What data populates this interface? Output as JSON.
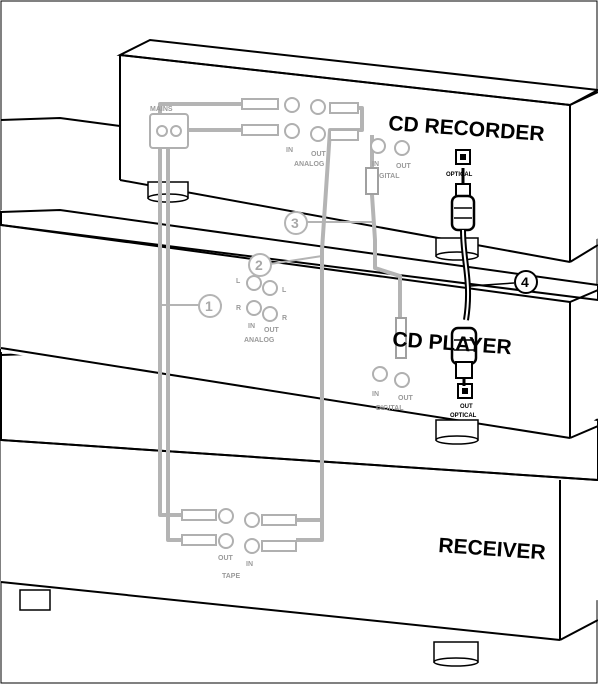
{
  "devices": {
    "cd_recorder": "CD RECORDER",
    "cd_player": "CD PLAYER",
    "receiver": "RECEIVER"
  },
  "labels": {
    "mains": "MAINS",
    "analog": "ANALOG",
    "digital": "DIGITAL",
    "in": "IN",
    "out": "OUT",
    "optical": "OPTICAL",
    "tape": "TAPE",
    "left": "L",
    "right": "R"
  },
  "callouts": {
    "c1": "1",
    "c2": "2",
    "c3": "3",
    "c4": "4"
  },
  "colors": {
    "outline": "#000000",
    "cable_grey": "#b4b4b4",
    "label_grey": "#9a9a9a"
  }
}
